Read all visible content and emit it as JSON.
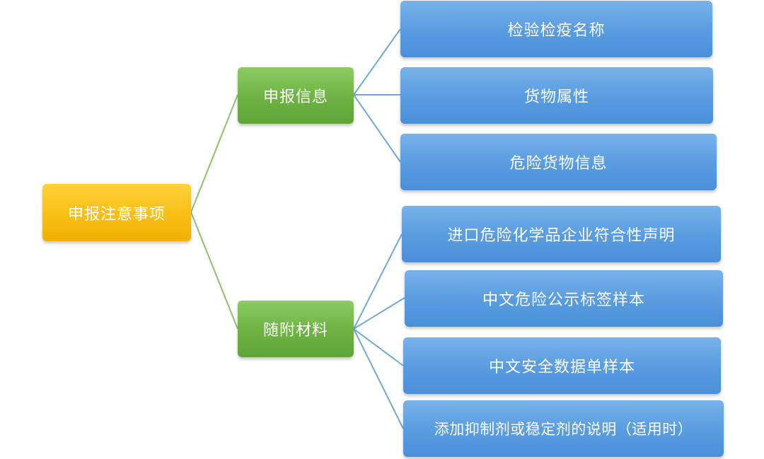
{
  "colors": {
    "root_fill": "#fbc21b",
    "branch_fill": "#6fb444",
    "leaf_fill": "#5a9de1",
    "root_connector": "#8cc36a",
    "leaf_connector": "#6fa8dc"
  },
  "root": {
    "label": "申报注意事项"
  },
  "branches": [
    {
      "label": "申报信息",
      "children": [
        {
          "label": "检验检疫名称"
        },
        {
          "label": "货物属性"
        },
        {
          "label": "危险货物信息"
        }
      ]
    },
    {
      "label": "随附材料",
      "children": [
        {
          "label": "进口危险化学品企业符合性声明"
        },
        {
          "label": "中文危险公示标签样本"
        },
        {
          "label": "中文安全数据单样本"
        },
        {
          "label": "添加抑制剂或稳定剂的说明（适用时）"
        }
      ]
    }
  ]
}
